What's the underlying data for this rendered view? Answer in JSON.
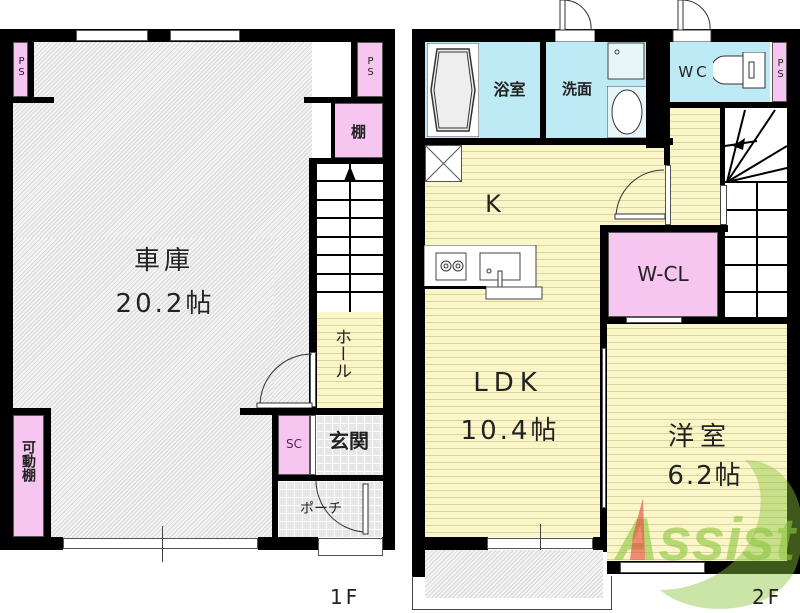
{
  "floors": [
    {
      "id": "1F",
      "label": "1F",
      "rooms": {
        "garage": {
          "name": "車庫",
          "area": "20.2帖"
        },
        "shelf": {
          "name": "棚"
        },
        "movable_shelf": {
          "name": "可動棚"
        },
        "ps_left": {
          "name": "PS"
        },
        "ps_right": {
          "name": "PS"
        },
        "hall": {
          "name": "ホール"
        },
        "entrance": {
          "name": "玄関"
        },
        "shoe_closet": {
          "name": "SC"
        },
        "porch": {
          "name": "ポーチ"
        }
      }
    },
    {
      "id": "2F",
      "label": "2F",
      "rooms": {
        "bathroom": {
          "name": "浴室"
        },
        "washroom": {
          "name": "洗面"
        },
        "toilet": {
          "name": "WC"
        },
        "ps": {
          "name": "PS"
        },
        "kitchen": {
          "name": "K"
        },
        "walk_in_closet": {
          "name": "W-CL"
        },
        "ldk": {
          "name": "LDK",
          "area": "10.4帖"
        },
        "western_room": {
          "name": "洋室",
          "area": "6.2帖"
        }
      }
    }
  ],
  "watermark": {
    "text": "Assist",
    "color": "#8cc63f",
    "accent": "#e8443a"
  },
  "colors": {
    "wall": "#000000",
    "storage": "#f7c6f0",
    "wet_area": "#bdeaf4",
    "flooring": "#faf6c8",
    "garage_floor": "#e0e0e0"
  }
}
